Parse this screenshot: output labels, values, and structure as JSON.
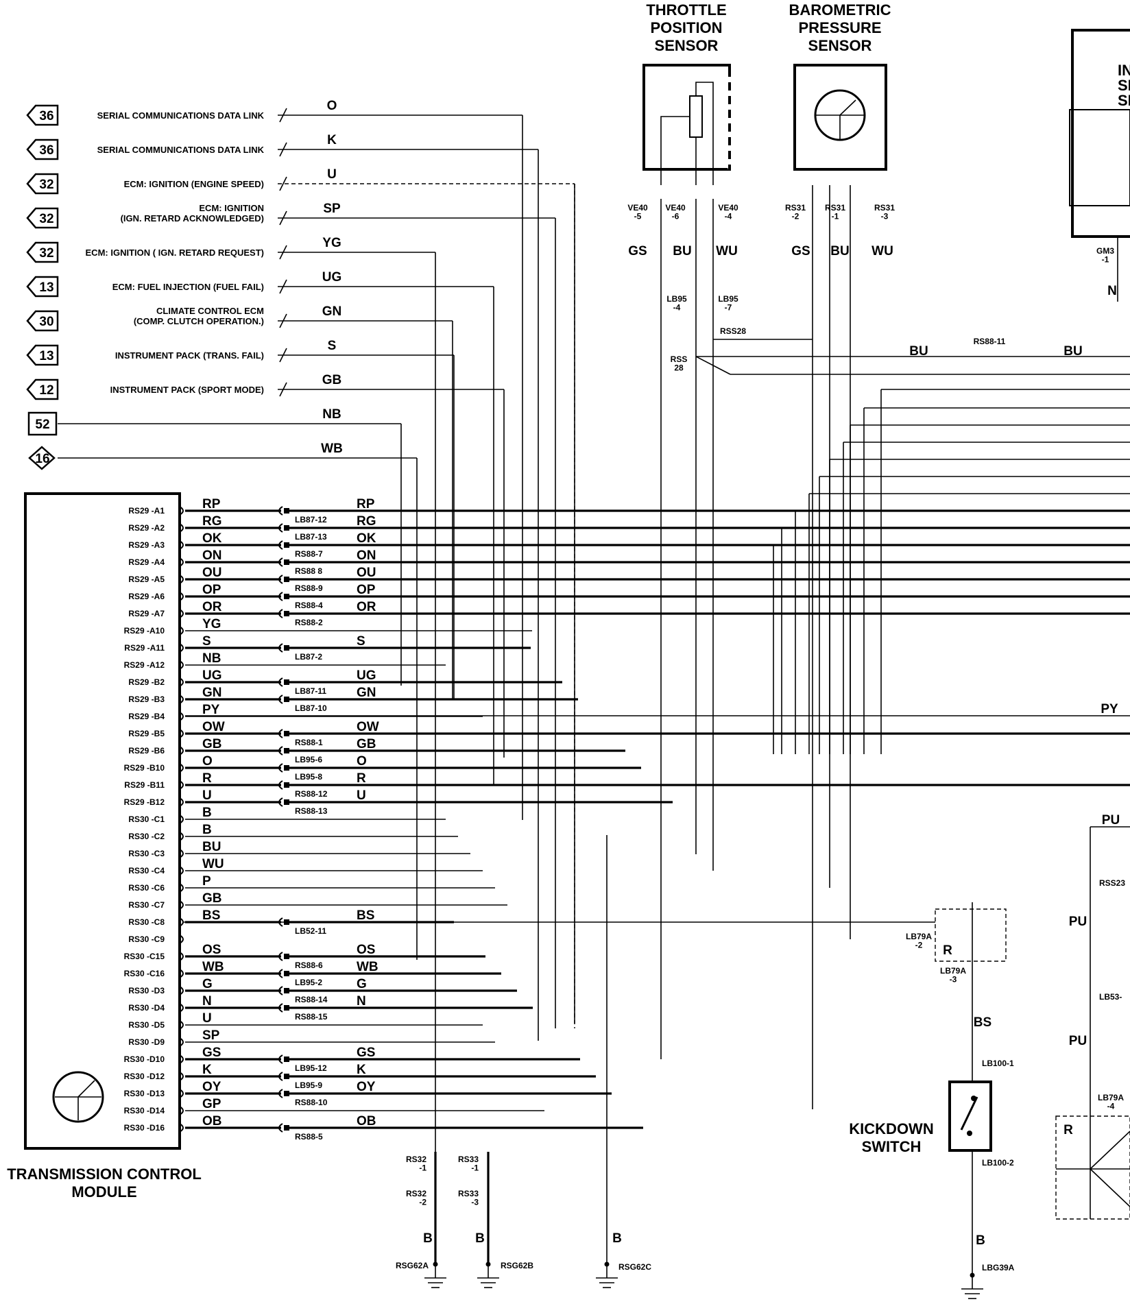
{
  "sensors": {
    "throttle": [
      "THROTTLE",
      "POSITION",
      "SENSOR"
    ],
    "baro": [
      "BAROMETRIC",
      "PRESSURE",
      "SENSOR"
    ],
    "partial": [
      "IN",
      "SP",
      "SE"
    ],
    "throttle_pins": [
      "VE40\n-5",
      "VE40\n-6",
      "VE40\n-4"
    ],
    "throttle_wires": [
      "GS",
      "BU",
      "WU"
    ],
    "baro_pins": [
      "RS31\n-2",
      "RS31\n-1",
      "RS31\n-3"
    ],
    "baro_wires": [
      "GS",
      "BU",
      "WU"
    ],
    "lb95": [
      "LB95\n-4",
      "LB95\n-7"
    ],
    "rss28": "RSS28",
    "rss28b": "RSS\n28",
    "rs88_11": "RS88-11",
    "gm3": "GM3\n-1",
    "n_wire": "N",
    "bu_label": "BU"
  },
  "links": [
    {
      "ref": "36",
      "shape": "arrow",
      "label": [
        "SERIAL COMMUNICATIONS DATA LINK"
      ],
      "wire": "O"
    },
    {
      "ref": "36",
      "shape": "arrow",
      "label": [
        "SERIAL COMMUNICATIONS DATA LINK"
      ],
      "wire": "K"
    },
    {
      "ref": "32",
      "shape": "arrow",
      "label": [
        "ECM: IGNITION (ENGINE SPEED)"
      ],
      "wire": "U"
    },
    {
      "ref": "32",
      "shape": "arrow",
      "label": [
        "ECM: IGNITION",
        "(IGN. RETARD ACKNOWLEDGED)"
      ],
      "wire": "SP"
    },
    {
      "ref": "32",
      "shape": "arrow",
      "label": [
        "ECM: IGNITION ( IGN. RETARD REQUEST)"
      ],
      "wire": "YG"
    },
    {
      "ref": "13",
      "shape": "arrow",
      "label": [
        "ECM: FUEL INJECTION (FUEL FAIL)"
      ],
      "wire": "UG"
    },
    {
      "ref": "30",
      "shape": "arrow",
      "label": [
        "CLIMATE CONTROL ECM",
        "(COMP. CLUTCH OPERATION.)"
      ],
      "wire": "GN"
    },
    {
      "ref": "13",
      "shape": "arrow",
      "label": [
        "INSTRUMENT PACK (TRANS. FAIL)"
      ],
      "wire": "S"
    },
    {
      "ref": "12",
      "shape": "arrow",
      "label": [
        "INSTRUMENT PACK (SPORT MODE)"
      ],
      "wire": "GB"
    },
    {
      "ref": "52",
      "shape": "box",
      "label": [],
      "wire": "NB"
    },
    {
      "ref": "16",
      "shape": "diamond",
      "label": [],
      "wire": "WB"
    }
  ],
  "tcm": {
    "title": [
      "TRANSMISSION CONTROL",
      "MODULE"
    ],
    "pins": [
      {
        "pin": "RS29 -A1",
        "wire": "RP",
        "conn": "LB87-12",
        "wire2": "RP"
      },
      {
        "pin": "RS29 -A2",
        "wire": "RG",
        "conn": "LB87-13",
        "wire2": "RG"
      },
      {
        "pin": "RS29 -A3",
        "wire": "OK",
        "conn": "RS88-7",
        "wire2": "OK"
      },
      {
        "pin": "RS29 -A4",
        "wire": "ON",
        "conn": "RS88 8",
        "wire2": "ON"
      },
      {
        "pin": "RS29 -A5",
        "wire": "OU",
        "conn": "RS88-9",
        "wire2": "OU"
      },
      {
        "pin": "RS29 -A6",
        "wire": "OP",
        "conn": "RS88-4",
        "wire2": "OP"
      },
      {
        "pin": "RS29 -A7",
        "wire": "OR",
        "conn": "RS88-2",
        "wire2": "OR"
      },
      {
        "pin": "RS29 -A10",
        "wire": "YG",
        "conn": "",
        "wire2": ""
      },
      {
        "pin": "RS29 -A11",
        "wire": "S",
        "conn": "LB87-2",
        "wire2": "S"
      },
      {
        "pin": "RS29 -A12",
        "wire": "NB",
        "conn": "",
        "wire2": ""
      },
      {
        "pin": "RS29 -B2",
        "wire": "UG",
        "conn": "LB87-11",
        "wire2": "UG"
      },
      {
        "pin": "RS29 -B3",
        "wire": "GN",
        "conn": "LB87-10",
        "wire2": "GN"
      },
      {
        "pin": "RS29 -B4",
        "wire": "PY",
        "conn": "",
        "wire2": ""
      },
      {
        "pin": "RS29 -B5",
        "wire": "OW",
        "conn": "RS88-1",
        "wire2": "OW"
      },
      {
        "pin": "RS29 -B6",
        "wire": "GB",
        "conn": "LB95-6",
        "wire2": "GB"
      },
      {
        "pin": "RS29 -B10",
        "wire": "O",
        "conn": "LB95-8",
        "wire2": "O"
      },
      {
        "pin": "RS29 -B11",
        "wire": "R",
        "conn": "RS88-12",
        "wire2": "R"
      },
      {
        "pin": "RS29 -B12",
        "wire": "U",
        "conn": "RS88-13",
        "wire2": "U"
      },
      {
        "pin": "RS30 -C1",
        "wire": "B",
        "conn": "",
        "wire2": ""
      },
      {
        "pin": "RS30 -C2",
        "wire": "B",
        "conn": "",
        "wire2": ""
      },
      {
        "pin": "RS30 -C3",
        "wire": "BU",
        "conn": "",
        "wire2": ""
      },
      {
        "pin": "RS30 -C4",
        "wire": "WU",
        "conn": "",
        "wire2": ""
      },
      {
        "pin": "RS30 -C6",
        "wire": "P",
        "conn": "",
        "wire2": ""
      },
      {
        "pin": "RS30 -C7",
        "wire": "GB",
        "conn": "",
        "wire2": ""
      },
      {
        "pin": "RS30 -C8",
        "wire": "BS",
        "conn": "LB52-11",
        "wire2": "BS"
      },
      {
        "pin": "RS30 -C9",
        "wire": "",
        "conn": "",
        "wire2": ""
      },
      {
        "pin": "RS30 -C15",
        "wire": "OS",
        "conn": "RS88-6",
        "wire2": "OS"
      },
      {
        "pin": "RS30 -C16",
        "wire": "WB",
        "conn": "LB95-2",
        "wire2": "WB"
      },
      {
        "pin": "RS30 -D3",
        "wire": "G",
        "conn": "RS88-14",
        "wire2": "G"
      },
      {
        "pin": "RS30 -D4",
        "wire": "N",
        "conn": "RS88-15",
        "wire2": "N"
      },
      {
        "pin": "RS30 -D5",
        "wire": "U",
        "conn": "",
        "wire2": ""
      },
      {
        "pin": "RS30 -D9",
        "wire": "SP",
        "conn": "",
        "wire2": ""
      },
      {
        "pin": "RS30 -D10",
        "wire": "GS",
        "conn": "LB95-12",
        "wire2": "GS"
      },
      {
        "pin": "RS30 -D12",
        "wire": "K",
        "conn": "LB95-9",
        "wire2": "K"
      },
      {
        "pin": "RS30 -D13",
        "wire": "OY",
        "conn": "RS88-10",
        "wire2": "OY"
      },
      {
        "pin": "RS30 -D14",
        "wire": "GP",
        "conn": "",
        "wire2": ""
      },
      {
        "pin": "RS30 -D16",
        "wire": "OB",
        "conn": "RS88-5",
        "wire2": "OB"
      }
    ]
  },
  "grounds": {
    "rs32": [
      "RS32\n-1",
      "RS32\n-2"
    ],
    "rs33": [
      "RS33\n-1",
      "RS33\n-3"
    ],
    "wire_b": "B",
    "rsg62a": "RSG62A",
    "rsg62b": "RSG62B",
    "rsg62c": "RSG62C"
  },
  "kickdown": {
    "title": [
      "KICKDOWN",
      "SWITCH"
    ],
    "lb79a2": "LB79A\n-2",
    "lb79a3": "LB79A\n-3",
    "r": "R",
    "bs": "BS",
    "lb100_1": "LB100-1",
    "lb100_2": "LB100-2",
    "b": "B",
    "lbg39a": "LBG39A"
  },
  "right": {
    "py": "PY",
    "pu": "PU",
    "rss23": "RSS23",
    "lb53": "LB53-",
    "lb79a4": "LB79A\n-4",
    "r": "R"
  }
}
